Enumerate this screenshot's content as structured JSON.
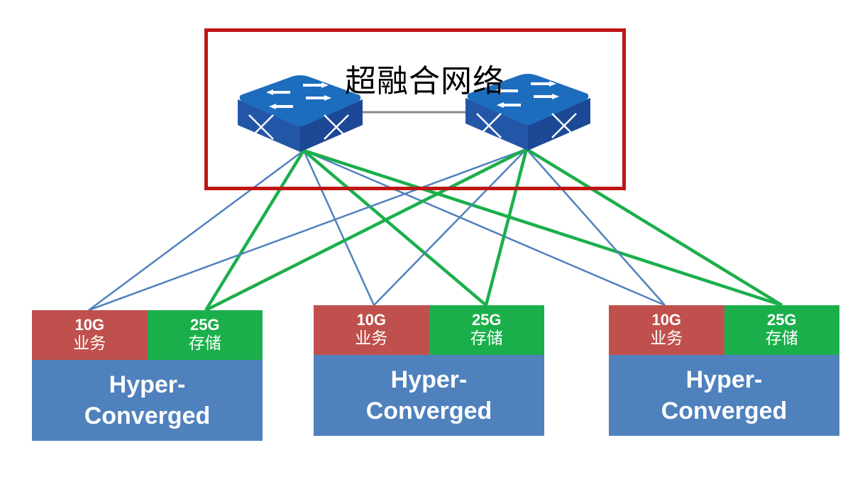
{
  "diagram": {
    "title": "超融合网络",
    "colors": {
      "frame": "#C01515",
      "service_link": "#4F81BD",
      "storage_link": "#1BAF4B",
      "switch_link": "#888888",
      "service_block": "#C0504D",
      "storage_block": "#1BAF4B",
      "node_block": "#4F81BD",
      "switch_body": "#1F4E9E"
    },
    "switches": [
      {
        "id": "switch-1",
        "icon": "network-switch-icon"
      },
      {
        "id": "switch-2",
        "icon": "network-switch-icon"
      }
    ],
    "inter_switch_link": {
      "from": "switch-1",
      "to": "switch-2"
    },
    "nodes": [
      {
        "id": "node-1",
        "service": {
          "speed": "10G",
          "label": "业务"
        },
        "storage": {
          "speed": "25G",
          "label": "存储"
        },
        "name_line1": "Hyper-",
        "name_line2": "Converged"
      },
      {
        "id": "node-2",
        "service": {
          "speed": "10G",
          "label": "业务"
        },
        "storage": {
          "speed": "25G",
          "label": "存储"
        },
        "name_line1": "Hyper-",
        "name_line2": "Converged"
      },
      {
        "id": "node-3",
        "service": {
          "speed": "10G",
          "label": "业务"
        },
        "storage": {
          "speed": "25G",
          "label": "存储"
        },
        "name_line1": "Hyper-",
        "name_line2": "Converged"
      }
    ],
    "links": [
      {
        "from": "switch-1",
        "to": "node-1",
        "port": "service"
      },
      {
        "from": "switch-1",
        "to": "node-1",
        "port": "storage"
      },
      {
        "from": "switch-1",
        "to": "node-2",
        "port": "service"
      },
      {
        "from": "switch-1",
        "to": "node-2",
        "port": "storage"
      },
      {
        "from": "switch-1",
        "to": "node-3",
        "port": "service"
      },
      {
        "from": "switch-1",
        "to": "node-3",
        "port": "storage"
      },
      {
        "from": "switch-2",
        "to": "node-1",
        "port": "service"
      },
      {
        "from": "switch-2",
        "to": "node-1",
        "port": "storage"
      },
      {
        "from": "switch-2",
        "to": "node-2",
        "port": "service"
      },
      {
        "from": "switch-2",
        "to": "node-2",
        "port": "storage"
      },
      {
        "from": "switch-2",
        "to": "node-3",
        "port": "service"
      },
      {
        "from": "switch-2",
        "to": "node-3",
        "port": "storage"
      }
    ]
  }
}
